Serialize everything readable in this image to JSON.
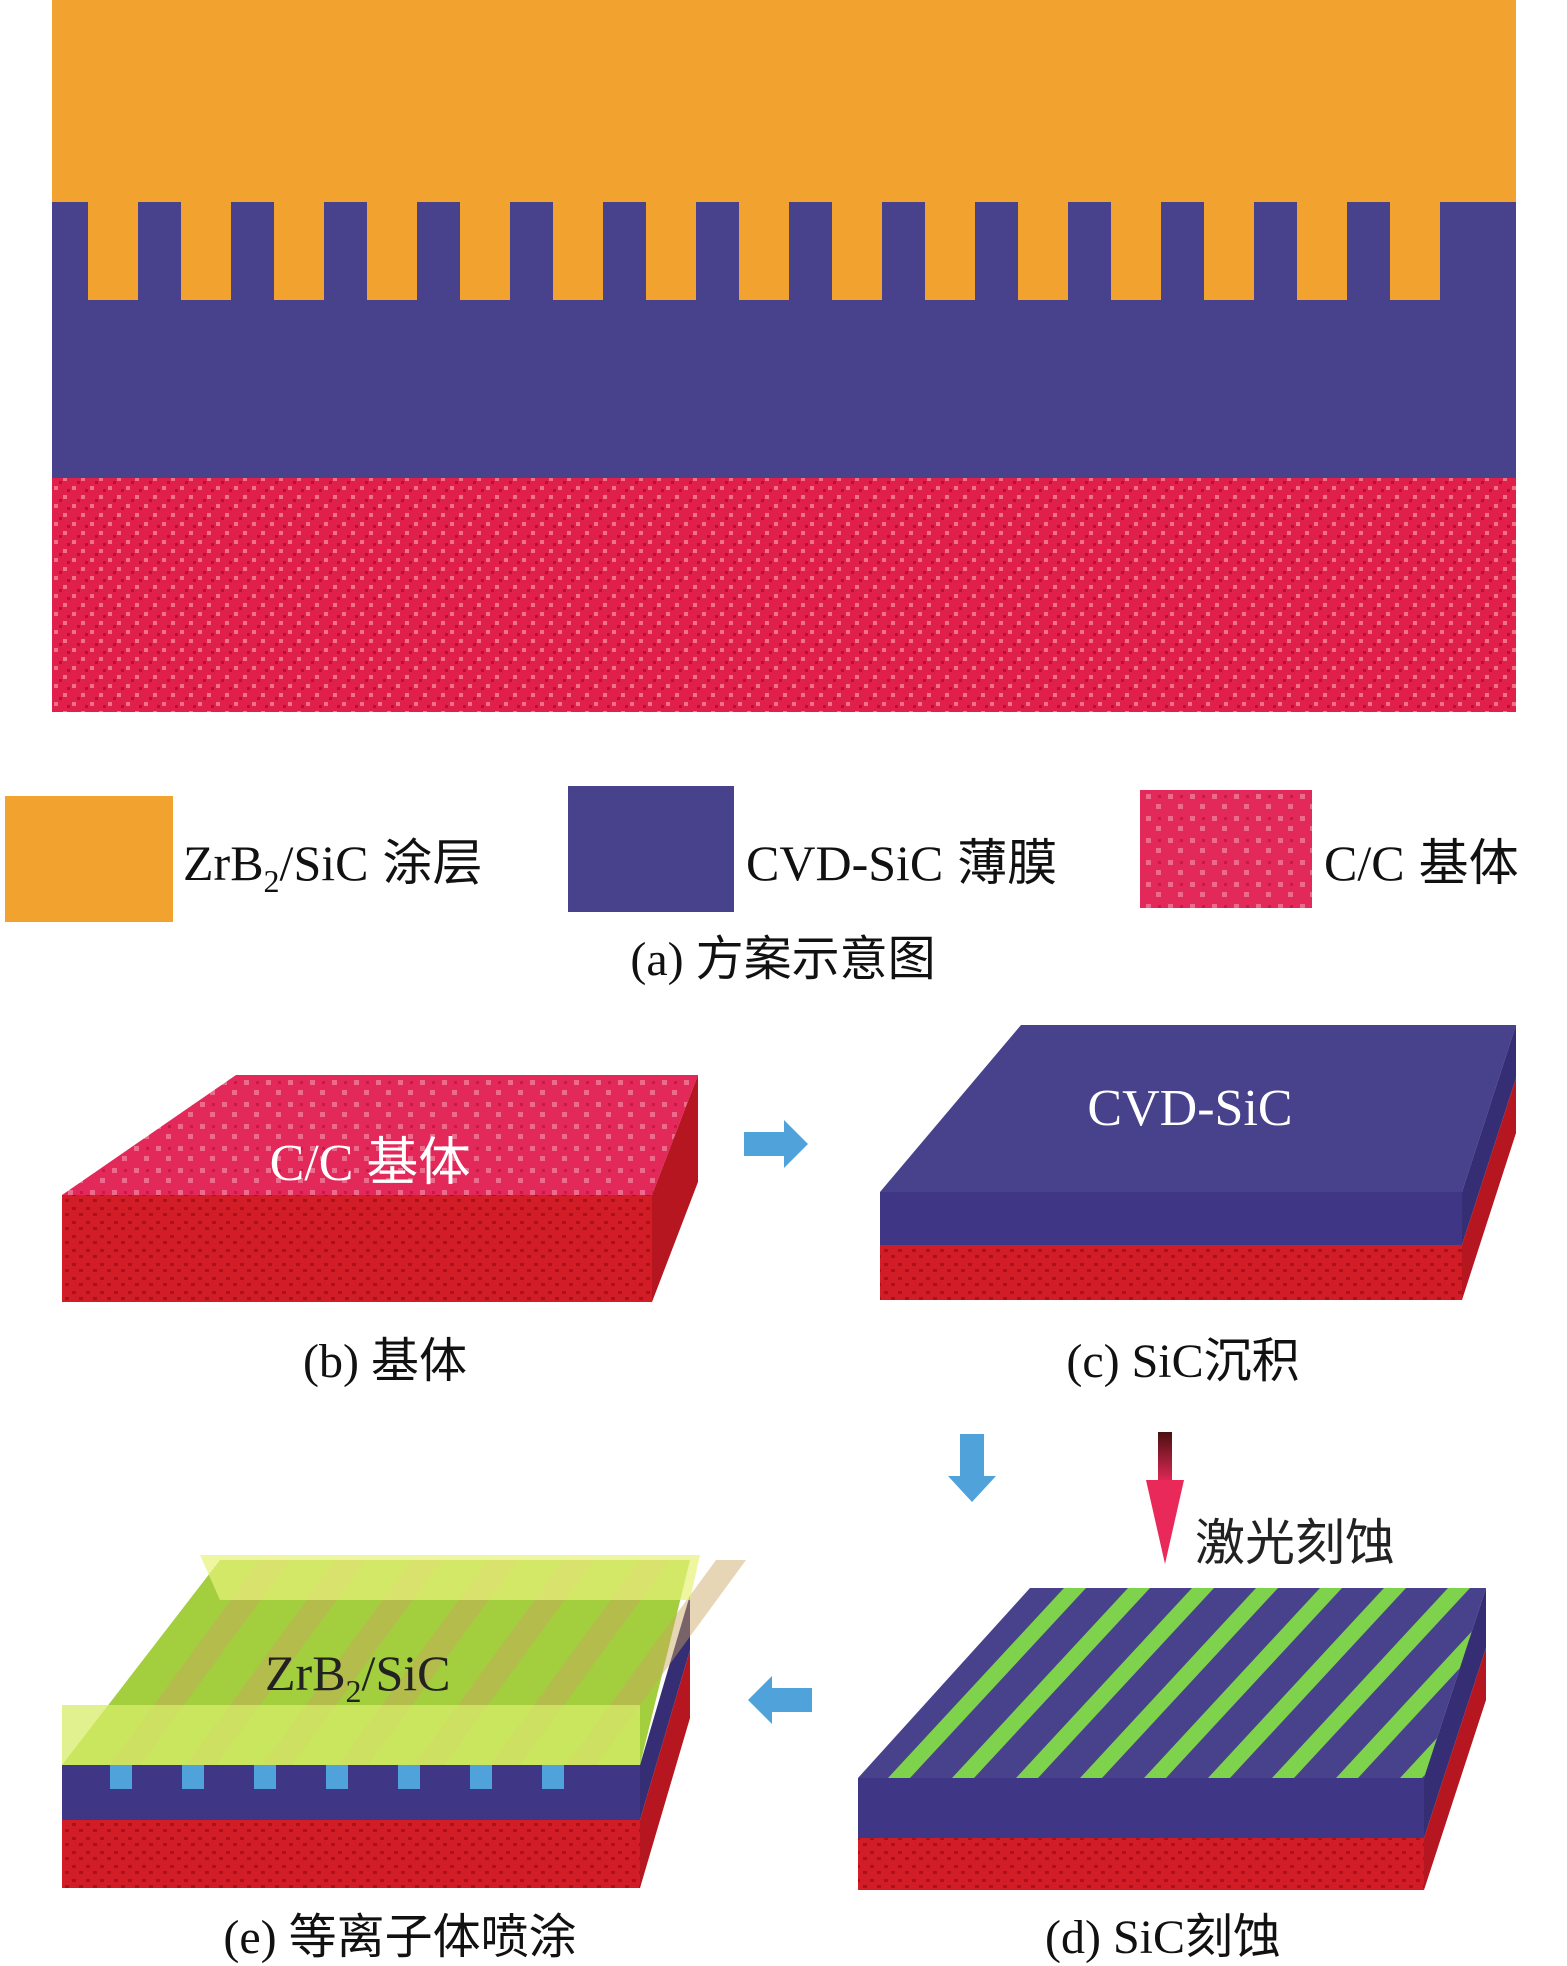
{
  "colors": {
    "coating_orange": "#F2A22E",
    "sic_navy": "#48418C",
    "cc_red": "#E01F4B",
    "cc_red_dark": "#C81A2C",
    "laser_green": "#7FD24B",
    "arrow_blue": "#4FA3DA",
    "laser_red": "#E8295A"
  },
  "legend": {
    "coating": {
      "formula_main": "ZrB",
      "formula_sub": "2",
      "formula_rest": "/SiC",
      "label": "涂层"
    },
    "film": {
      "name": "CVD-SiC",
      "label": "薄膜"
    },
    "substrate": {
      "name": "C/C",
      "label": "基体"
    }
  },
  "captions": {
    "a": "(a) 方案示意图",
    "b": "(b) 基体",
    "c": "(c) SiC沉积",
    "d": "(d) SiC刻蚀",
    "e": "(e) 等离子体喷涂"
  },
  "labels": {
    "block_b": "C/C 基体",
    "block_c": "CVD-SiC",
    "laser": "激光刻蚀",
    "block_e_main": "ZrB",
    "block_e_sub": "2",
    "block_e_rest": "/SiC"
  },
  "arrows": [
    "arrow-b-to-c",
    "arrow-c-to-d",
    "arrow-d-to-e"
  ]
}
